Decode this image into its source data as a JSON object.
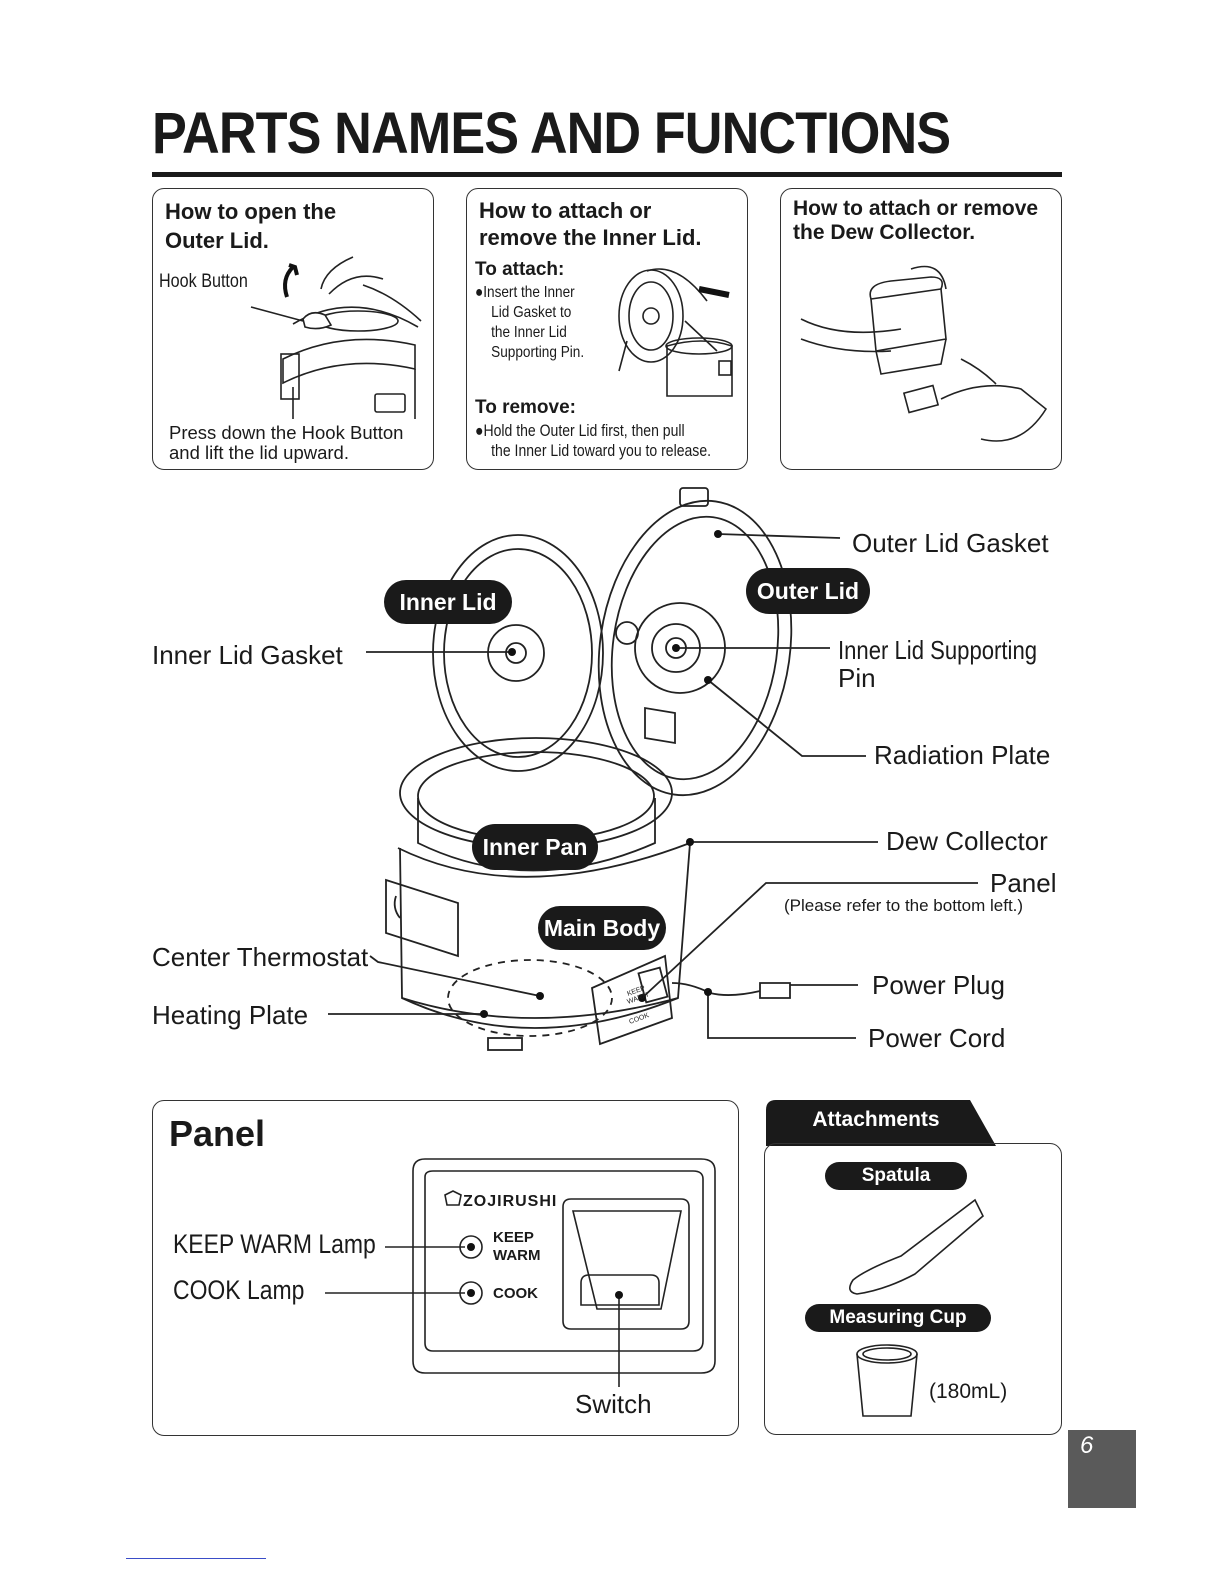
{
  "title": "PARTS NAMES AND FUNCTIONS",
  "boxes": {
    "outer_lid": {
      "heading_line1": "How to open the",
      "heading_line2": "Outer Lid.",
      "hook_label": "Hook Button",
      "caption_line1": "Press down the Hook Button",
      "caption_line2": "and lift the lid upward."
    },
    "inner_lid": {
      "heading_line1": "How to attach or",
      "heading_line2": "remove the Inner Lid.",
      "attach_heading": "To attach:",
      "attach_line1": "Insert the Inner",
      "attach_line2": "Lid Gasket to",
      "attach_line3": "the Inner Lid",
      "attach_line4": "Supporting Pin.",
      "remove_heading": "To remove:",
      "remove_line1": "Hold the Outer Lid first, then pull",
      "remove_line2": "the Inner Lid toward you to release."
    },
    "dew_collector": {
      "heading_line1": "How to attach or remove",
      "heading_line2": "the Dew Collector."
    }
  },
  "diagram": {
    "pills": {
      "inner_lid": "Inner Lid",
      "outer_lid": "Outer Lid",
      "inner_pan": "Inner Pan",
      "main_body": "Main Body"
    },
    "labels": {
      "outer_lid_gasket": "Outer Lid Gasket",
      "inner_lid_gasket": "Inner Lid Gasket",
      "inner_lid_supporting_pin_line1": "Inner Lid Supporting",
      "inner_lid_supporting_pin_line2": "Pin",
      "radiation_plate": "Radiation Plate",
      "dew_collector": "Dew Collector",
      "panel": "Panel",
      "panel_note": "(Please refer to the bottom left.)",
      "center_thermostat": "Center Thermostat",
      "heating_plate": "Heating Plate",
      "power_plug": "Power Plug",
      "power_cord": "Power Cord"
    },
    "body_panel_text": {
      "keep": "KEEP",
      "warm": "WARM",
      "cook": "COOK"
    }
  },
  "panel_box": {
    "heading": "Panel",
    "keep_warm_lamp": "KEEP WARM Lamp",
    "cook_lamp": "COOK Lamp",
    "brand": "ZOJIRUSHI",
    "keep": "KEEP",
    "warm": "WARM",
    "cook": "COOK",
    "switch": "Switch"
  },
  "attachments": {
    "tab": "Attachments",
    "spatula": "Spatula",
    "measuring_cup": "Measuring Cup",
    "cup_volume": "(180mL)"
  },
  "page_number": "6"
}
